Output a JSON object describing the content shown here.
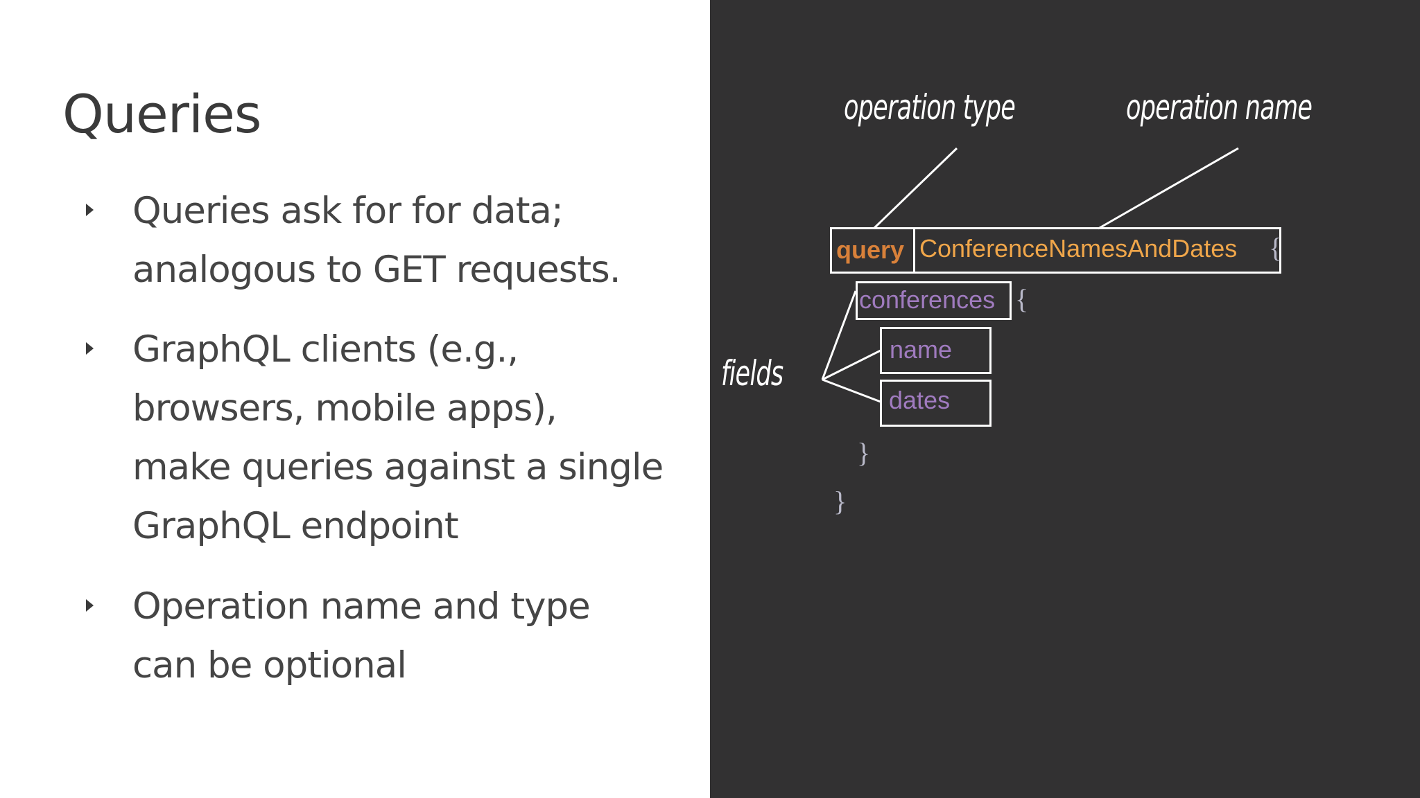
{
  "title": "Queries",
  "bullets": [
    {
      "lines": [
        "Queries ask for for data;",
        "analogous to GET requests."
      ]
    },
    {
      "lines": [
        "GraphQL clients (e.g.,",
        "browsers, mobile apps),",
        "make queries against a single",
        "GraphQL endpoint"
      ]
    },
    {
      "lines": [
        "Operation name and type",
        "can be optional"
      ]
    }
  ],
  "diagram": {
    "labels": {
      "operation_type": "operation type",
      "operation_name": "operation name",
      "fields": "fields"
    },
    "code": {
      "keyword": "query",
      "operation_name": "ConferenceNamesAndDates",
      "open_brace": "{",
      "field_root": "conferences",
      "field_root_brace": "{",
      "field_1": "name",
      "field_2": "dates",
      "close_inner": "}",
      "close_outer": "}"
    },
    "colors": {
      "background": "#323132",
      "keyword": "#d9813a",
      "operation_name": "#f0a64a",
      "fields": "#a07bbf",
      "annotation": "#ffffff"
    }
  }
}
